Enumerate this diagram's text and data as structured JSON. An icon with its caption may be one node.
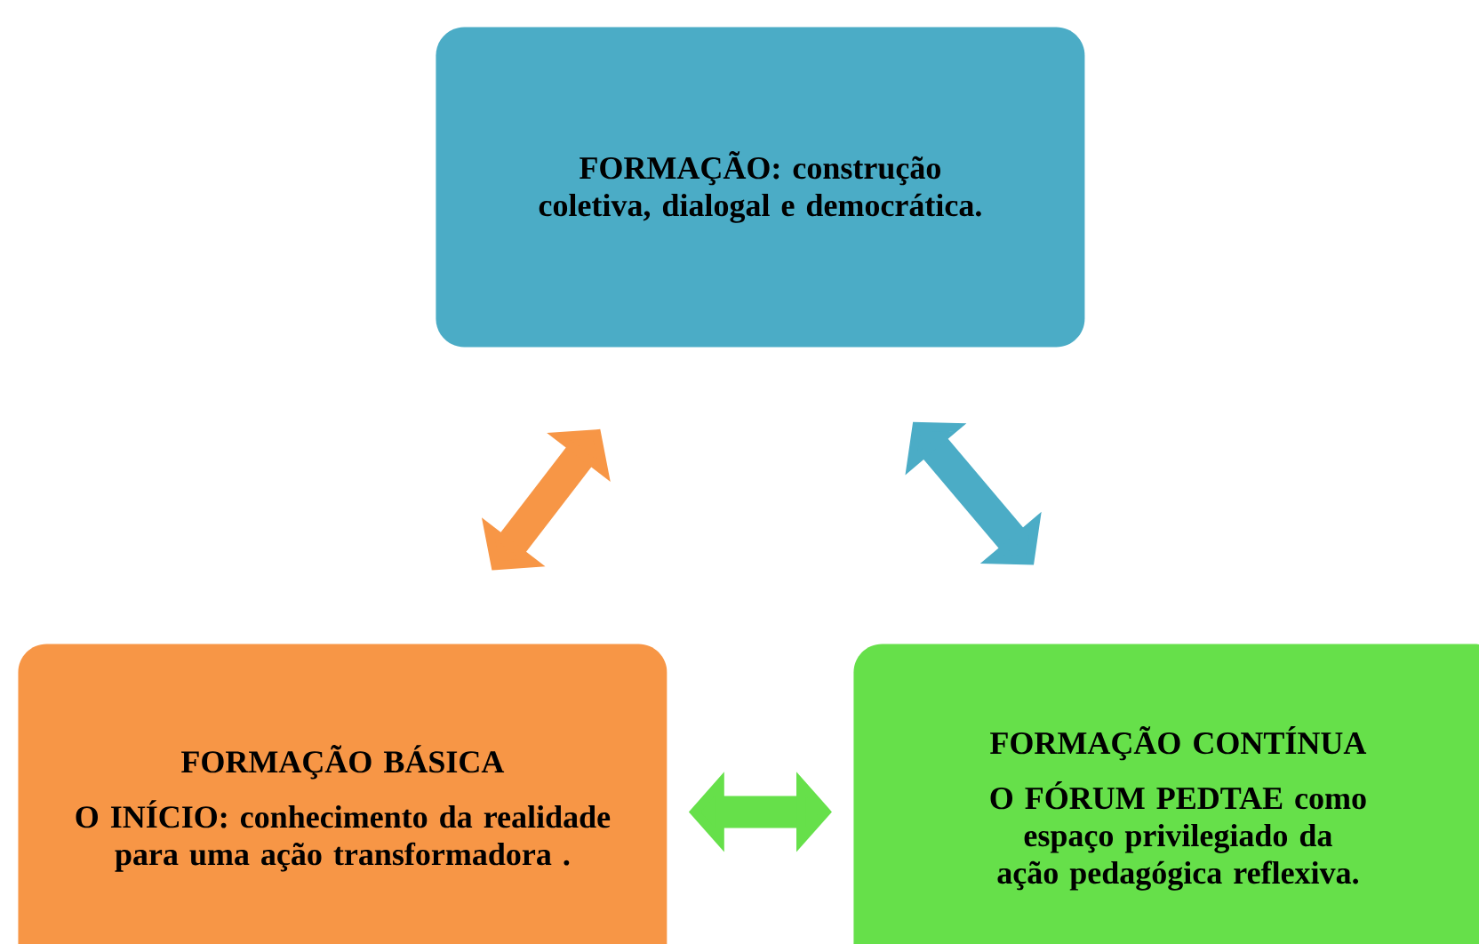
{
  "diagram": {
    "nodes": [
      {
        "text": [
          "FORMAÇÃO: construção coletiva, dialogal e democrática."
        ]
      },
      {
        "text": [
          "FORMAÇÃO BÁSICA",
          "O INÍCIO: conhecimento da realidade para uma ação transformadora ."
        ]
      },
      {
        "text": [
          "FORMAÇÃO CONTÍNUA",
          "O FÓRUM PEDTAE como espaço privilegiado da ação pedagógica reflexiva."
        ]
      }
    ],
    "edges": [
      {
        "from": 1,
        "to": 0,
        "arrow": "both",
        "color": "#f79646"
      },
      {
        "from": 0,
        "to": 2,
        "arrow": "both",
        "color": "#4bacc6"
      },
      {
        "from": 1,
        "to": 2,
        "arrow": "both",
        "color": "#66e04a"
      }
    ]
  }
}
